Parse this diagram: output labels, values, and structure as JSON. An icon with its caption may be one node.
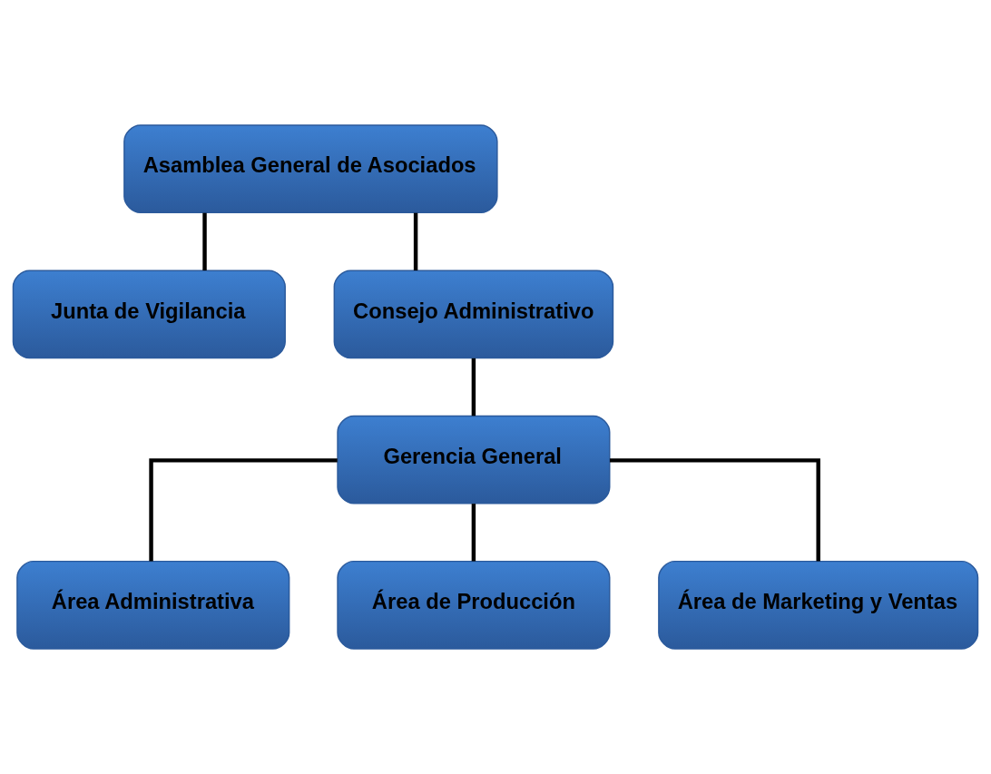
{
  "diagram": {
    "nodes": [
      {
        "text": [
          "Asamblea General de Asociados"
        ]
      },
      {
        "text": [
          "Junta de Vigilancia"
        ]
      },
      {
        "text": [
          "Consejo Administrativo"
        ]
      },
      {
        "text": [
          "Gerencia General"
        ]
      },
      {
        "text": [
          "Área Administrativa"
        ]
      },
      {
        "text": [
          "Área de Producción"
        ]
      },
      {
        "text": [
          "Área de Marketing y Ventas"
        ]
      }
    ],
    "edges": [
      {
        "from": 0,
        "to": 1,
        "arrow": "none"
      },
      {
        "from": 0,
        "to": 2,
        "arrow": "none"
      },
      {
        "from": 2,
        "to": 3,
        "arrow": "none"
      },
      {
        "from": 3,
        "to": 4,
        "arrow": "none"
      },
      {
        "from": 3,
        "to": 5,
        "arrow": "none"
      },
      {
        "from": 3,
        "to": 6,
        "arrow": "none"
      }
    ]
  }
}
